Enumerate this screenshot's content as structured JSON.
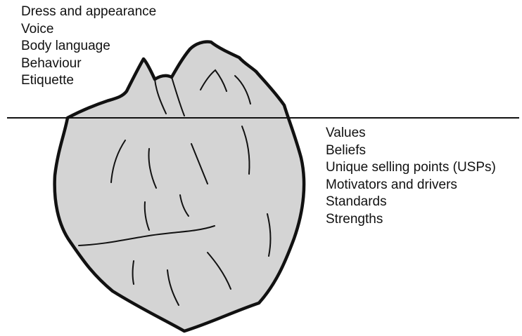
{
  "colors": {
    "iceberg_fill": "#d4d4d4",
    "outline": "#111111",
    "background": "#ffffff"
  },
  "above_waterline": {
    "items": [
      "Dress and appearance",
      "Voice",
      "Body language",
      "Behaviour",
      "Etiquette"
    ]
  },
  "below_waterline": {
    "items": [
      "Values",
      "Beliefs",
      "Unique selling points (USPs)",
      "Motivators and drivers",
      "Standards",
      "Strengths"
    ]
  }
}
